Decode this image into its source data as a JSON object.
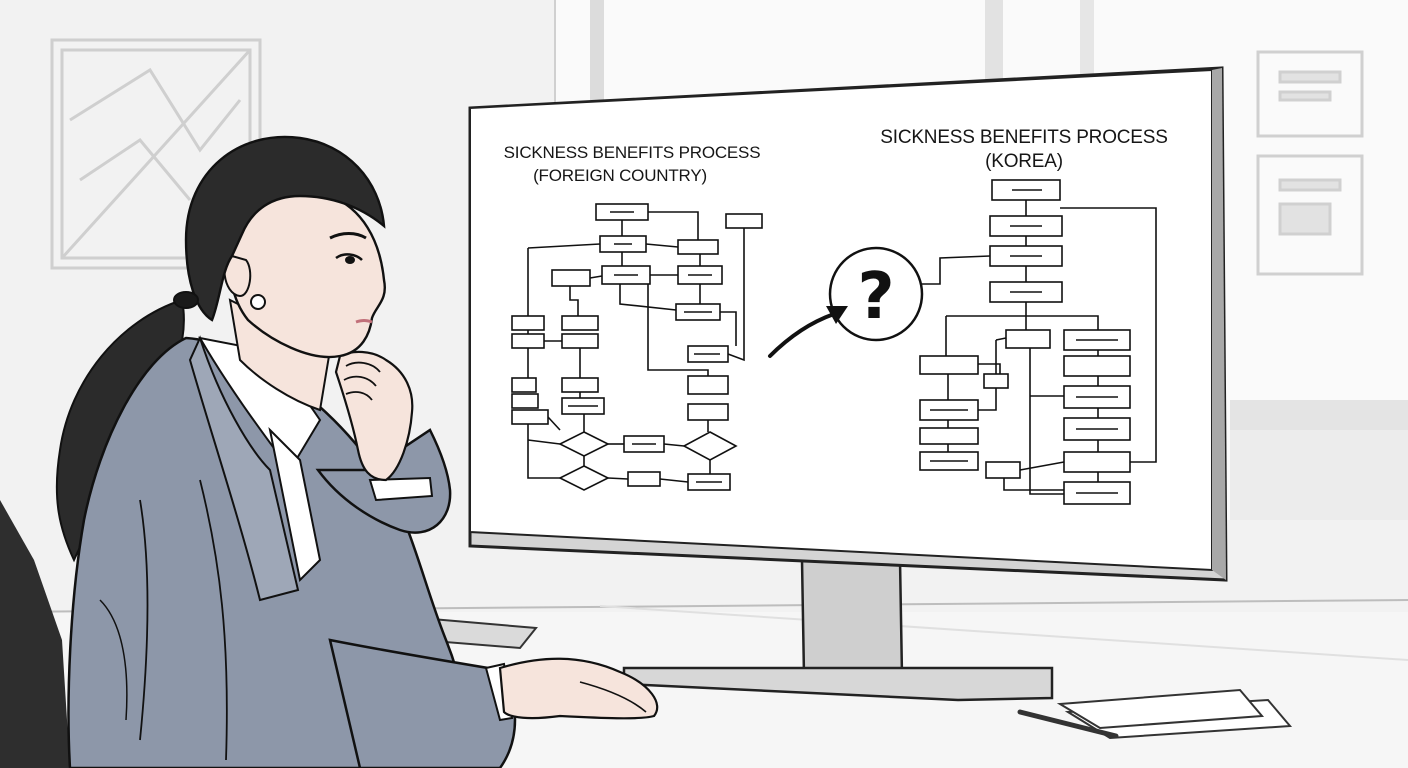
{
  "screen": {
    "left_title_line1": "SICKNESS BENEFITS PROCESS",
    "left_title_line2": "(FOREIGN COUNTRY)",
    "right_title_line1": "SICKNESS BENEFITS PROCESS",
    "right_title_line2": "(KOREA)",
    "question_glyph": "?"
  },
  "icons": [
    "question-mark-icon",
    "curved-arrow-icon",
    "framed-picture-icon",
    "document-icon"
  ],
  "colors": {
    "wall": "#f2f2f2",
    "window": "#fafafa",
    "screen": "#ffffff",
    "bezel": "#d4d4d4",
    "jacket": "#8d97a9",
    "hair": "#2b2b2b",
    "skin": "#f6e4dc",
    "line": "#1a1a1a"
  }
}
